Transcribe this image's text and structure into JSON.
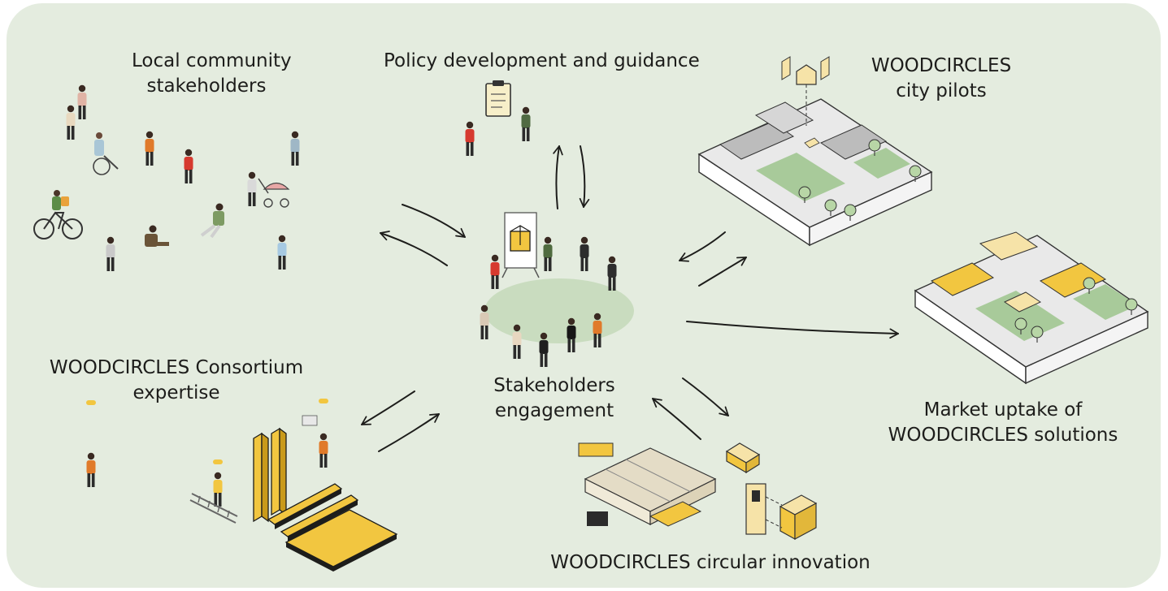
{
  "labels": {
    "community": {
      "line1": "Local community",
      "line2": "stakeholders"
    },
    "policy": {
      "line1": "Policy development and guidance"
    },
    "pilots": {
      "line1": "WOODCIRCLES",
      "line2": "city pilots"
    },
    "consortium": {
      "line1": "WOODCIRCLES Consortium",
      "line2": "expertise"
    },
    "engagement": {
      "line1": "Stakeholders",
      "line2": "engagement"
    },
    "market": {
      "line1": "Market uptake of",
      "line2": "WOODCIRCLES solutions"
    },
    "innovation": {
      "line1": "WOODCIRCLES circular innovation"
    }
  },
  "colors": {
    "background": "#e4ecdf",
    "hub": "#c9dcbf",
    "wood": "#f2c640",
    "wood_light": "#f6e3a8",
    "building": "#bcbcbc",
    "green": "#9cc48c",
    "red": "#d63a2f",
    "arrow": "#1d1d1b"
  },
  "icons": [
    "person-figure-icon",
    "bicycle-icon",
    "wheelchair-icon",
    "stroller-icon",
    "clipboard-icon",
    "presentation-board-icon",
    "hard-hat-worker-icon",
    "ladder-icon",
    "timber-beam-icon",
    "house-icon",
    "isometric-block-icon",
    "factory-hall-icon",
    "timber-module-icon"
  ]
}
